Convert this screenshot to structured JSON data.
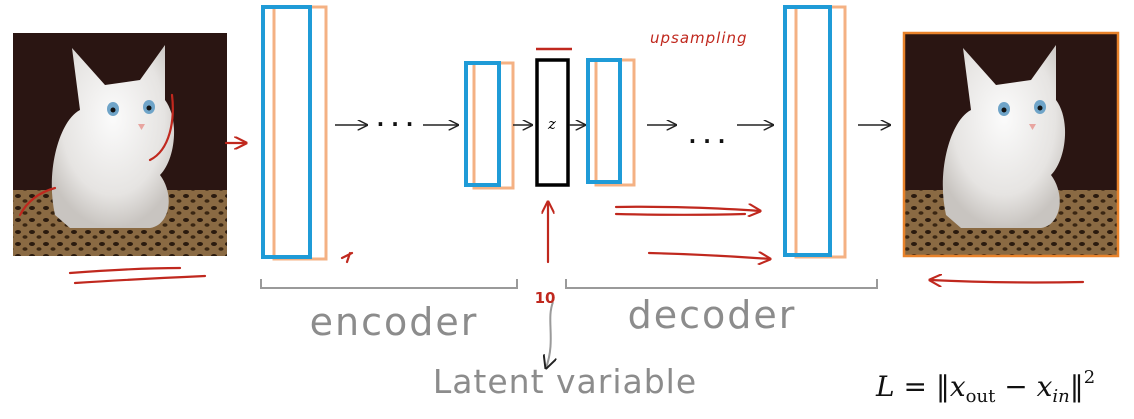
{
  "diagram": {
    "title": "",
    "latent_label": "z",
    "ellipsis": "· · ·",
    "encoder_label": "encoder",
    "decoder_label": "decoder",
    "upsampling_label": "upsampling",
    "latent_variable_label": "Latent variable",
    "latent_dim_label": "10",
    "formula": {
      "lhs": "L",
      "eq": " = ",
      "norm_open": "‖",
      "x1": "x",
      "sub_out": "out",
      "minus": " − ",
      "x2": "x",
      "sub_in": "in",
      "norm_close": "‖",
      "power": "2"
    },
    "input_image": "white kitten (input)",
    "output_image": "white kitten (reconstruction)"
  },
  "colors": {
    "layer_blue": "#1f9bd7",
    "layer_orange": "#f4b183",
    "latent_black": "#000000",
    "annotation_red": "#c0281e",
    "bracket_gray": "#9a9a9a",
    "text_gray": "#8c8c8c",
    "output_border": "#e8822a"
  }
}
